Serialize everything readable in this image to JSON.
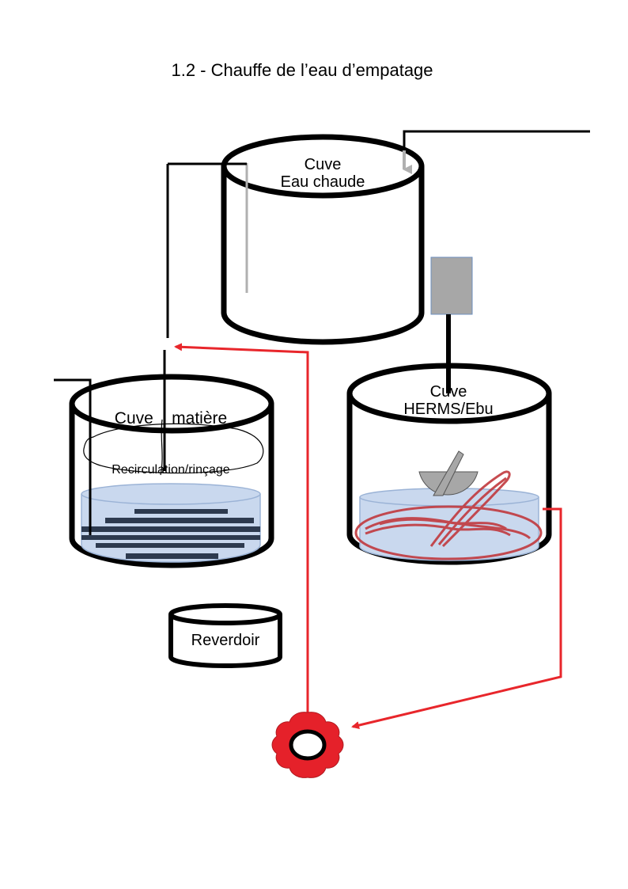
{
  "title": "1.2 - Chauffe de l’eau d’empatage",
  "hot_water_tank": {
    "line1": "Cuve",
    "line2": "Eau chaude"
  },
  "mash_tun": {
    "label": "Cuve    matière",
    "sub_label": "Recirculation/rinçage"
  },
  "herms_tank": {
    "line1": "Cuve",
    "line2": "HERMS/Ebu"
  },
  "grant": {
    "label": "Reverdoir"
  },
  "colors": {
    "pipe": "#e8262b",
    "water_fill": "#c9d8ee",
    "water_stroke": "#9bb3d6",
    "plate": "#2d3a4f",
    "coil": "#c1393e",
    "controller": "#a7a7a7",
    "pump": "#e5212a"
  }
}
